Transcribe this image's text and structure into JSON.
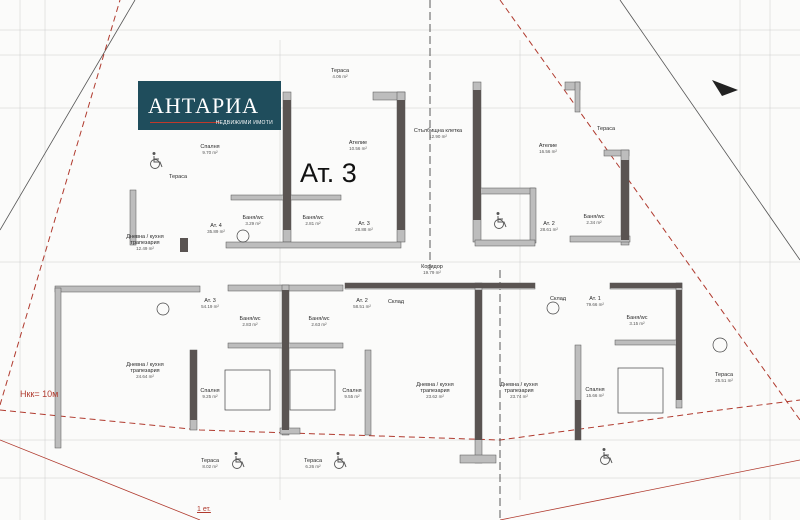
{
  "logo": {
    "name": "АНТАРИА",
    "tagline": "НЕДВИЖИМИ ИМОТИ",
    "bg_color": "#1f4d5c"
  },
  "highlight_label": "Ат. 3",
  "height_note": "Нкк= 10м",
  "floor_label": "1 ет.",
  "colors": {
    "wall": "#5a5452",
    "wall_light": "#bdbdbd",
    "boundary": "#b03a2e"
  },
  "rooms": [
    {
      "name": "Тераса",
      "area": "4.06 m²"
    },
    {
      "name": "Ателие",
      "area": "10.56 m²"
    },
    {
      "name": "Стълбищна клетка",
      "area": "12.90 m²"
    },
    {
      "name": "Ателие",
      "area": "16.56 m²"
    },
    {
      "name": "Спалня",
      "area": "9.70 m²"
    },
    {
      "name": "Тераса",
      "area": ""
    },
    {
      "name": "Ат. 4",
      "area": "35.89 m²"
    },
    {
      "name": "Баня/wc",
      "area": "3.29 m²"
    },
    {
      "name": "Баня/wc",
      "area": "2.81 m²"
    },
    {
      "name": "Ат. 3",
      "area": "28.88 m²"
    },
    {
      "name": "Ат. 2",
      "area": "28.61 m²"
    },
    {
      "name": "Баня/wc",
      "area": "2.34 m²"
    },
    {
      "name": "Тераса",
      "area": ""
    },
    {
      "name": "Дневна / кухня трапезария",
      "area": "12.49 m²"
    },
    {
      "name": "Коридор",
      "area": "19.79 m²"
    },
    {
      "name": "Ат. 3",
      "area": "54.19 m²"
    },
    {
      "name": "Ат. 2",
      "area": "58.51 m²"
    },
    {
      "name": "Склад",
      "area": ""
    },
    {
      "name": "Склад",
      "area": ""
    },
    {
      "name": "Ат. 1",
      "area": "79.66 m²"
    },
    {
      "name": "Баня/wc",
      "area": "2.83 m²"
    },
    {
      "name": "Баня/wc",
      "area": "2.63 m²"
    },
    {
      "name": "Баня/wc",
      "area": "3.15 m²"
    },
    {
      "name": "Дневна / кухня трапезария",
      "area": "24.64 m²"
    },
    {
      "name": "Спалня",
      "area": "9.25 m²"
    },
    {
      "name": "Спалня",
      "area": "9.55 m²"
    },
    {
      "name": "Дневна / кухня трапезария",
      "area": "23.62 m²"
    },
    {
      "name": "Дневна / кухня трапезария",
      "area": "23.74 m²"
    },
    {
      "name": "Спалня",
      "area": "15.66 m²"
    },
    {
      "name": "Тераса",
      "area": "25.51 m²"
    },
    {
      "name": "Тераса",
      "area": "8.02 m²"
    },
    {
      "name": "Тераса",
      "area": "6.26 m²"
    }
  ]
}
